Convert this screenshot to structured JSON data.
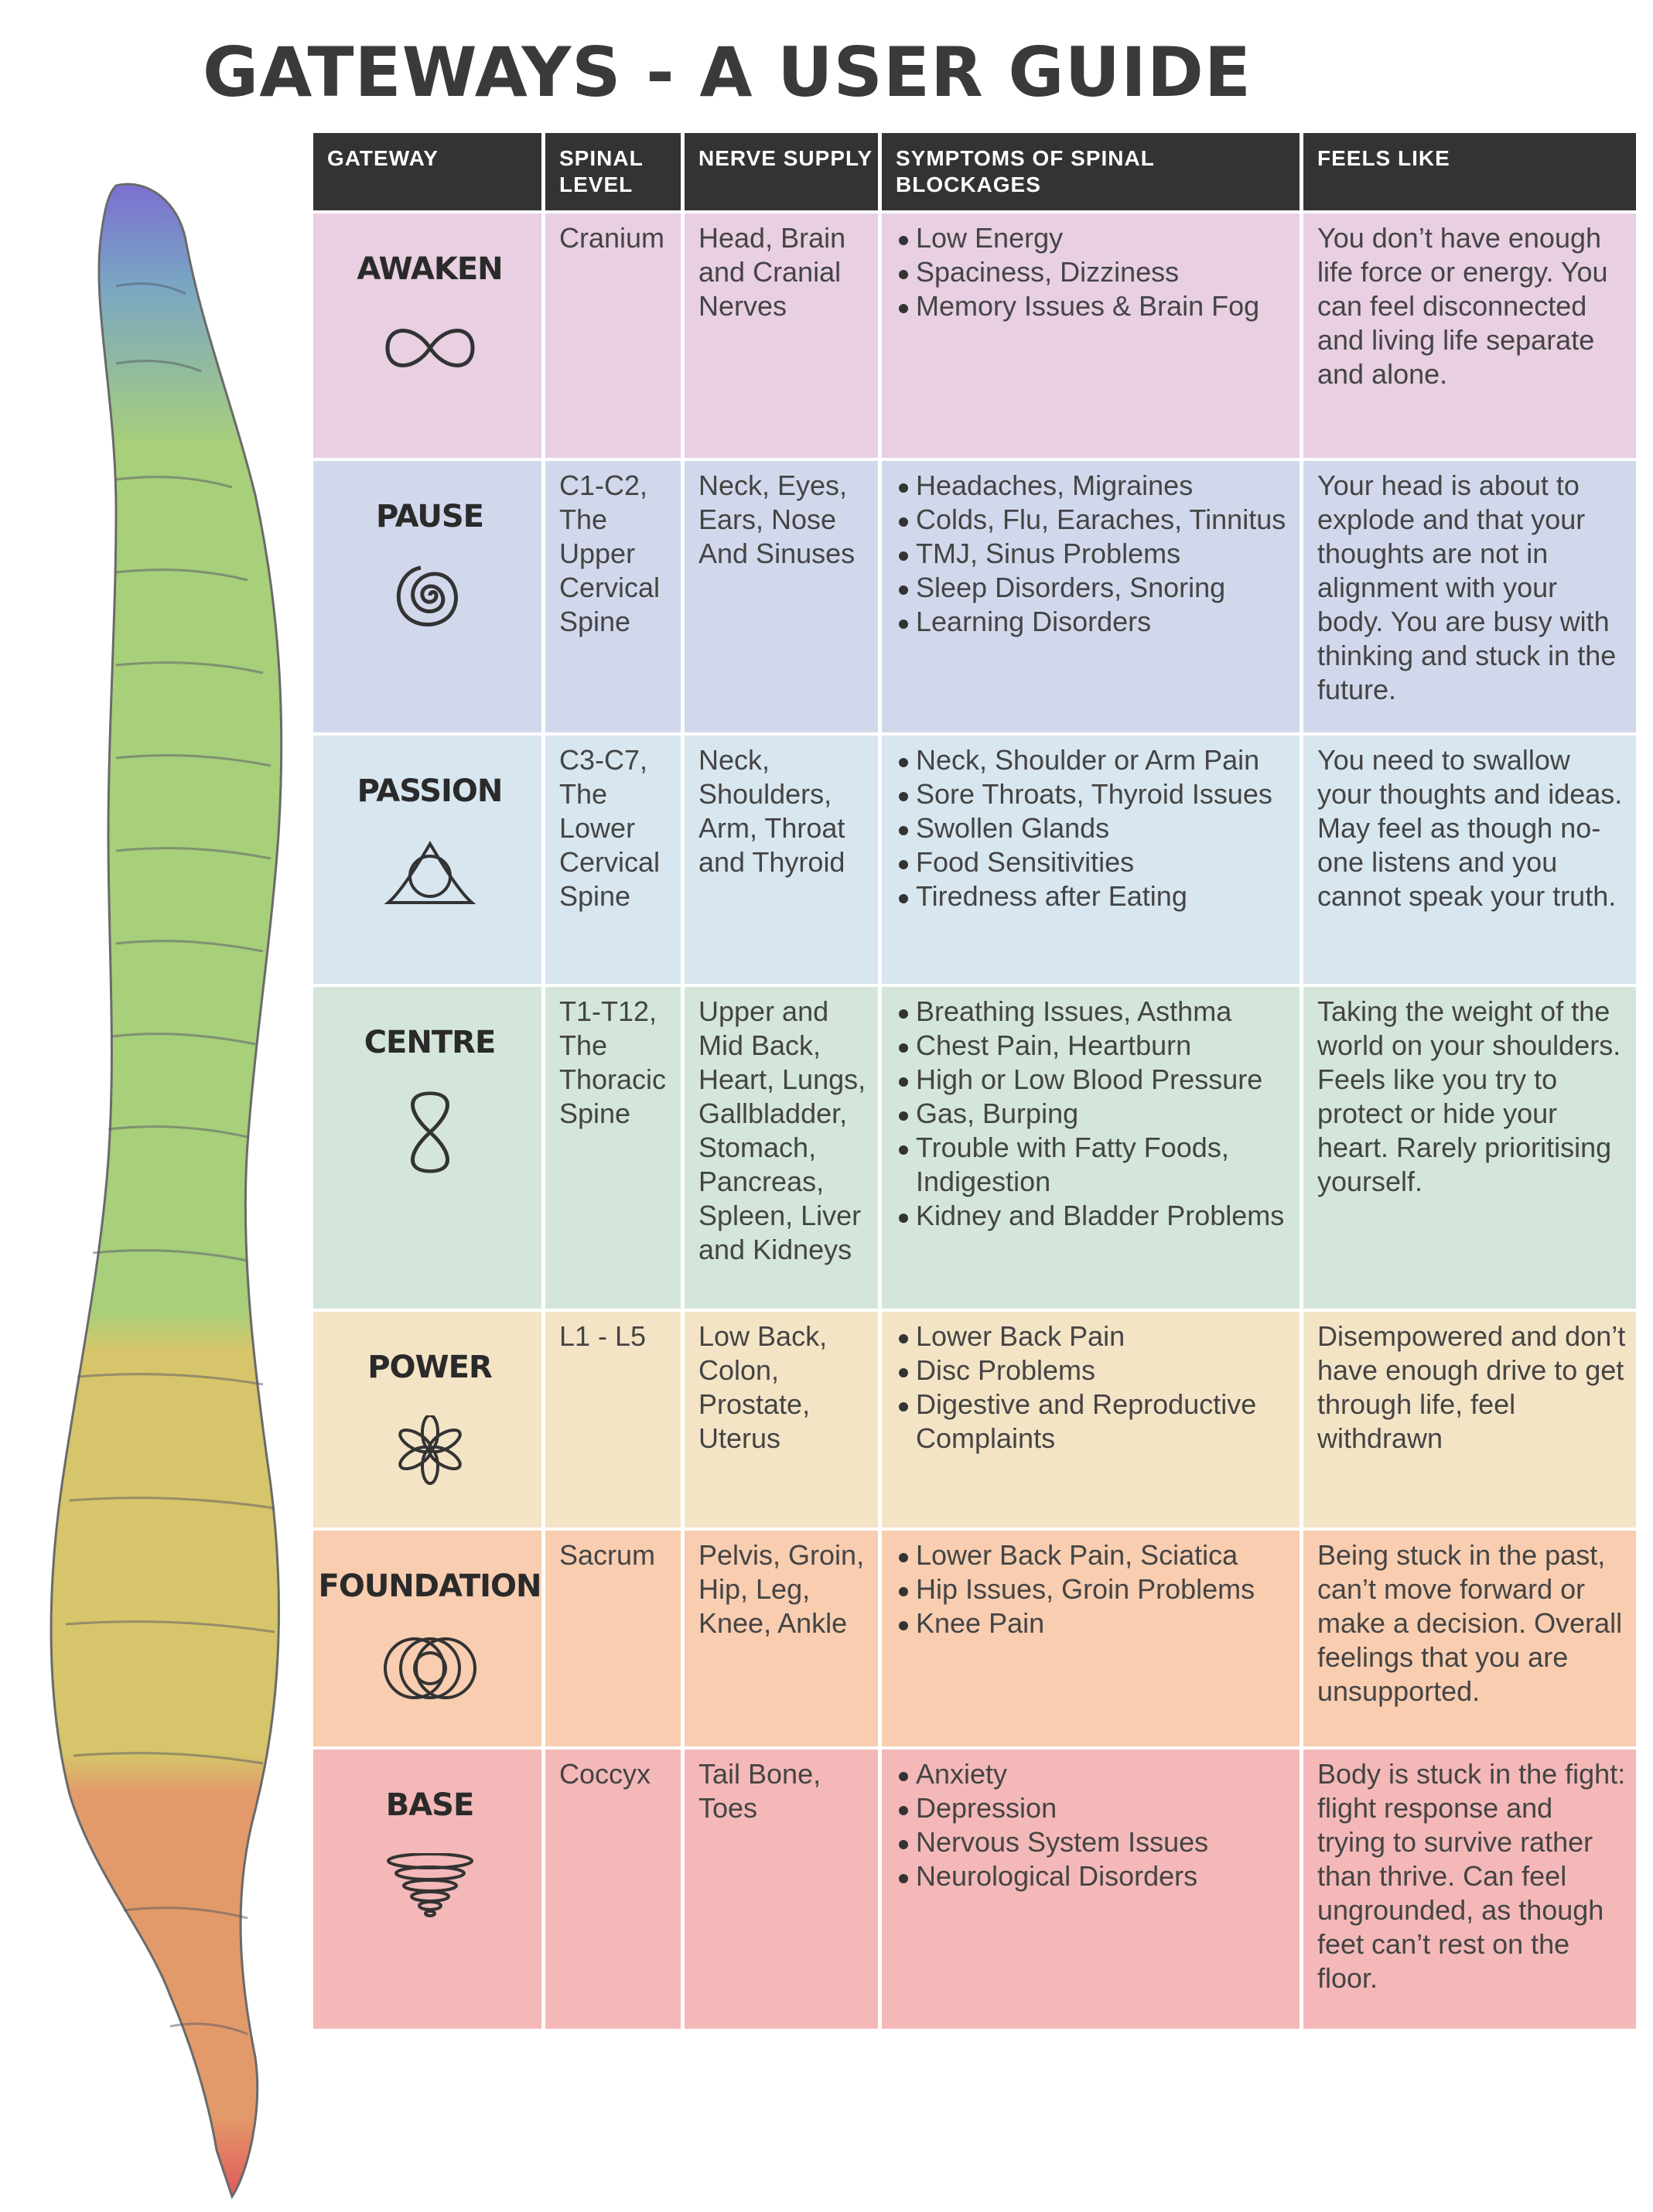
{
  "title": "GATEWAYS - A USER GUIDE",
  "headers": [
    "GATEWAY",
    "SPINAL LEVEL",
    "NERVE SUPPLY",
    "SYMPTOMS OF SPINAL BLOCKAGES",
    "FEELS LIKE"
  ],
  "rows": [
    {
      "gateway": "AWAKEN",
      "icon": "infinity-icon",
      "color": "#e8cfe2",
      "level": "Cranium",
      "nerve": "Head, Brain and Cranial Nerves",
      "symptoms": [
        "Low Energy",
        "Spaciness, Dizziness",
        "Memory Issues & Brain Fog"
      ],
      "feels": "You don’t have enough life force or energy. You can feel disconnected and living life separate and alone."
    },
    {
      "gateway": "PAUSE",
      "icon": "spiral-icon",
      "color": "#d2d8ec",
      "level": "C1-C2, The Upper Cervical Spine",
      "nerve": "Neck, Eyes, Ears, Nose And Sinuses",
      "symptoms": [
        "Headaches, Migraines",
        "Colds, Flu, Earaches, Tinnitus",
        "TMJ, Sinus Problems",
        "Sleep Disorders, Snoring",
        "Learning Disorders"
      ],
      "feels": "Your head is about to explode and that your thoughts are not in alignment with your body. You are busy with thinking and stuck in the future."
    },
    {
      "gateway": "PASSION",
      "icon": "triquetra-icon",
      "color": "#d8e6ef",
      "level": "C3-C7, The Lower Cervical Spine",
      "nerve": "Neck, Shoulders, Arm, Throat and Thyroid",
      "symptoms": [
        "Neck, Shoulder or Arm Pain",
        "Sore Throats, Thyroid Issues",
        "Swollen Glands",
        "Food Sensitivities",
        "Tiredness after Eating"
      ],
      "feels": "You need to swallow your thoughts and ideas. May feel as though no-one listens and you cannot speak your truth."
    },
    {
      "gateway": "CENTRE",
      "icon": "figure-eight-icon",
      "color": "#d4e6da",
      "level": "T1-T12, The Thoracic Spine",
      "nerve": "Upper and Mid Back, Heart, Lungs, Gallbladder, Stomach, Pancreas, Spleen, Liver and Kidneys",
      "symptoms": [
        "Breathing Issues, Asthma",
        "Chest Pain, Heartburn",
        "High or Low Blood Pressure",
        "Gas, Burping",
        "Trouble with Fatty Foods, Indigestion",
        "Kidney and Bladder Problems"
      ],
      "feels": "Taking the weight of the world on your shoulders. Feels like you try to protect or hide your heart. Rarely prioritising yourself."
    },
    {
      "gateway": "POWER",
      "icon": "flower-icon",
      "color": "#f4e4c6",
      "level": "L1 - L5",
      "nerve": "Low Back, Colon, Prostate, Uterus",
      "symptoms": [
        "Lower Back Pain",
        "Disc Problems",
        "Digestive and Reproductive Complaints"
      ],
      "feels": "Disempowered and don’t have enough drive to get through life, feel withdrawn"
    },
    {
      "gateway": "FOUNDATION",
      "icon": "rings-icon",
      "color": "#f8cdb0",
      "level": "Sacrum",
      "nerve": "Pelvis, Groin, Hip, Leg, Knee, Ankle",
      "symptoms": [
        "Lower Back Pain, Sciatica",
        "Hip Issues, Groin Problems",
        "Knee Pain"
      ],
      "feels": "Being stuck in the past, can’t move forward or make a decision. Overall feelings that you are unsupported."
    },
    {
      "gateway": "BASE",
      "icon": "vortex-icon",
      "color": "#f4b8b8",
      "level": "Coccyx",
      "nerve": "Tail Bone, Toes",
      "symptoms": [
        "Anxiety",
        "Depression",
        "Nervous System Issues",
        "Neurological Disorders"
      ],
      "feels": "Body is stuck in the fight: flight response and trying to survive rather than thrive. Can feel ungrounded, as though feet can’t rest on the floor."
    }
  ]
}
